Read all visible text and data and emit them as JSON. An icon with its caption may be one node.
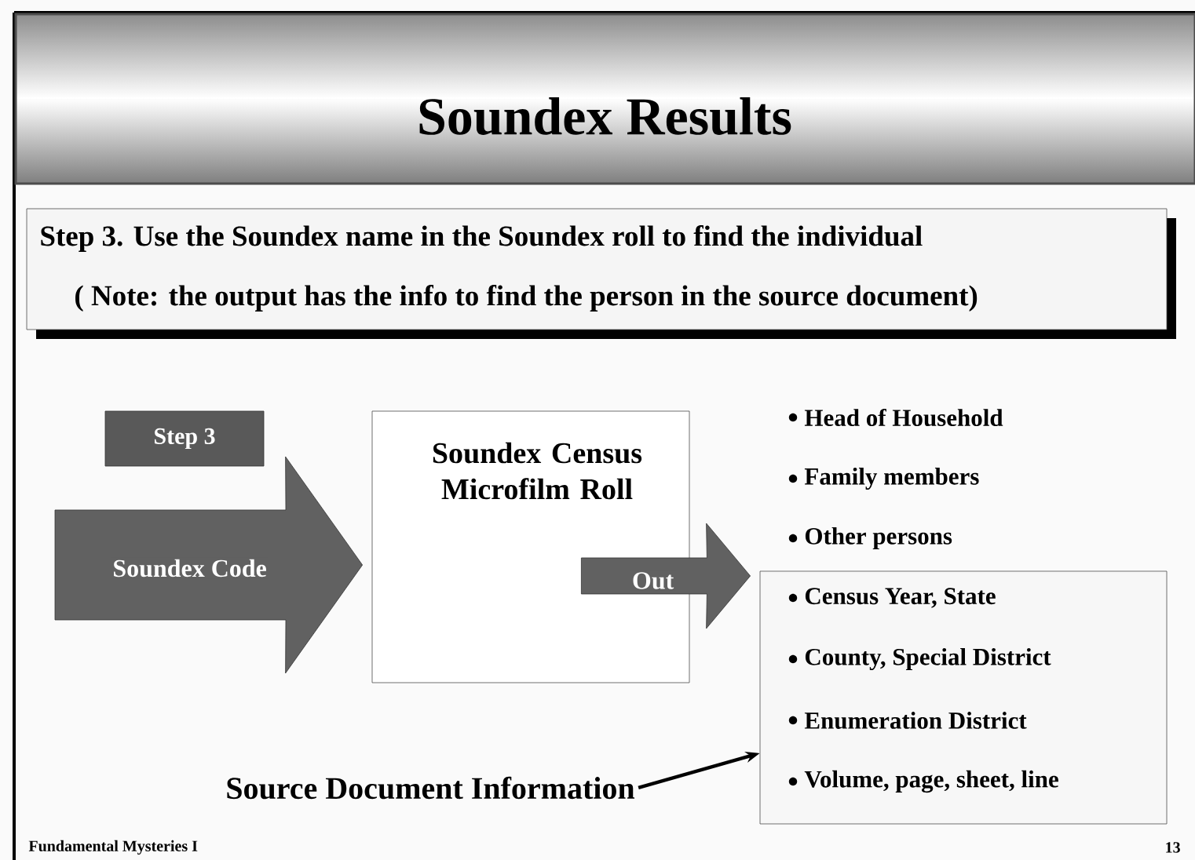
{
  "diagram": {
    "title": "Soundex Results",
    "nodes": [
      {
        "text": [
          "Step 3. Use the Soundex name in the Soundex roll to find the individual",
          "( Note: the output has the info to find the person in the source document)"
        ]
      },
      {
        "text": [
          "Step 3"
        ]
      },
      {
        "text": [
          "Soundex Census Microfilm Roll"
        ]
      },
      {
        "text": [
          "Census Year, State",
          "County, Special District",
          "Enumeration District",
          "Volume, page, sheet, line"
        ]
      },
      {
        "text": [
          "Source Document Information"
        ]
      }
    ],
    "edges": [
      {
        "from": null,
        "to": 2,
        "arrow": "to",
        "label": "Soundex Code",
        "style": "thick"
      },
      {
        "from": 2,
        "to": 3,
        "arrow": "to",
        "label": "Out",
        "style": "thick"
      },
      {
        "from": 4,
        "to": 3,
        "arrow": "to"
      }
    ],
    "labels": [
      "Head of Household",
      "Family members",
      "Other persons",
      "Fundamental Mysteries I",
      "13"
    ]
  }
}
